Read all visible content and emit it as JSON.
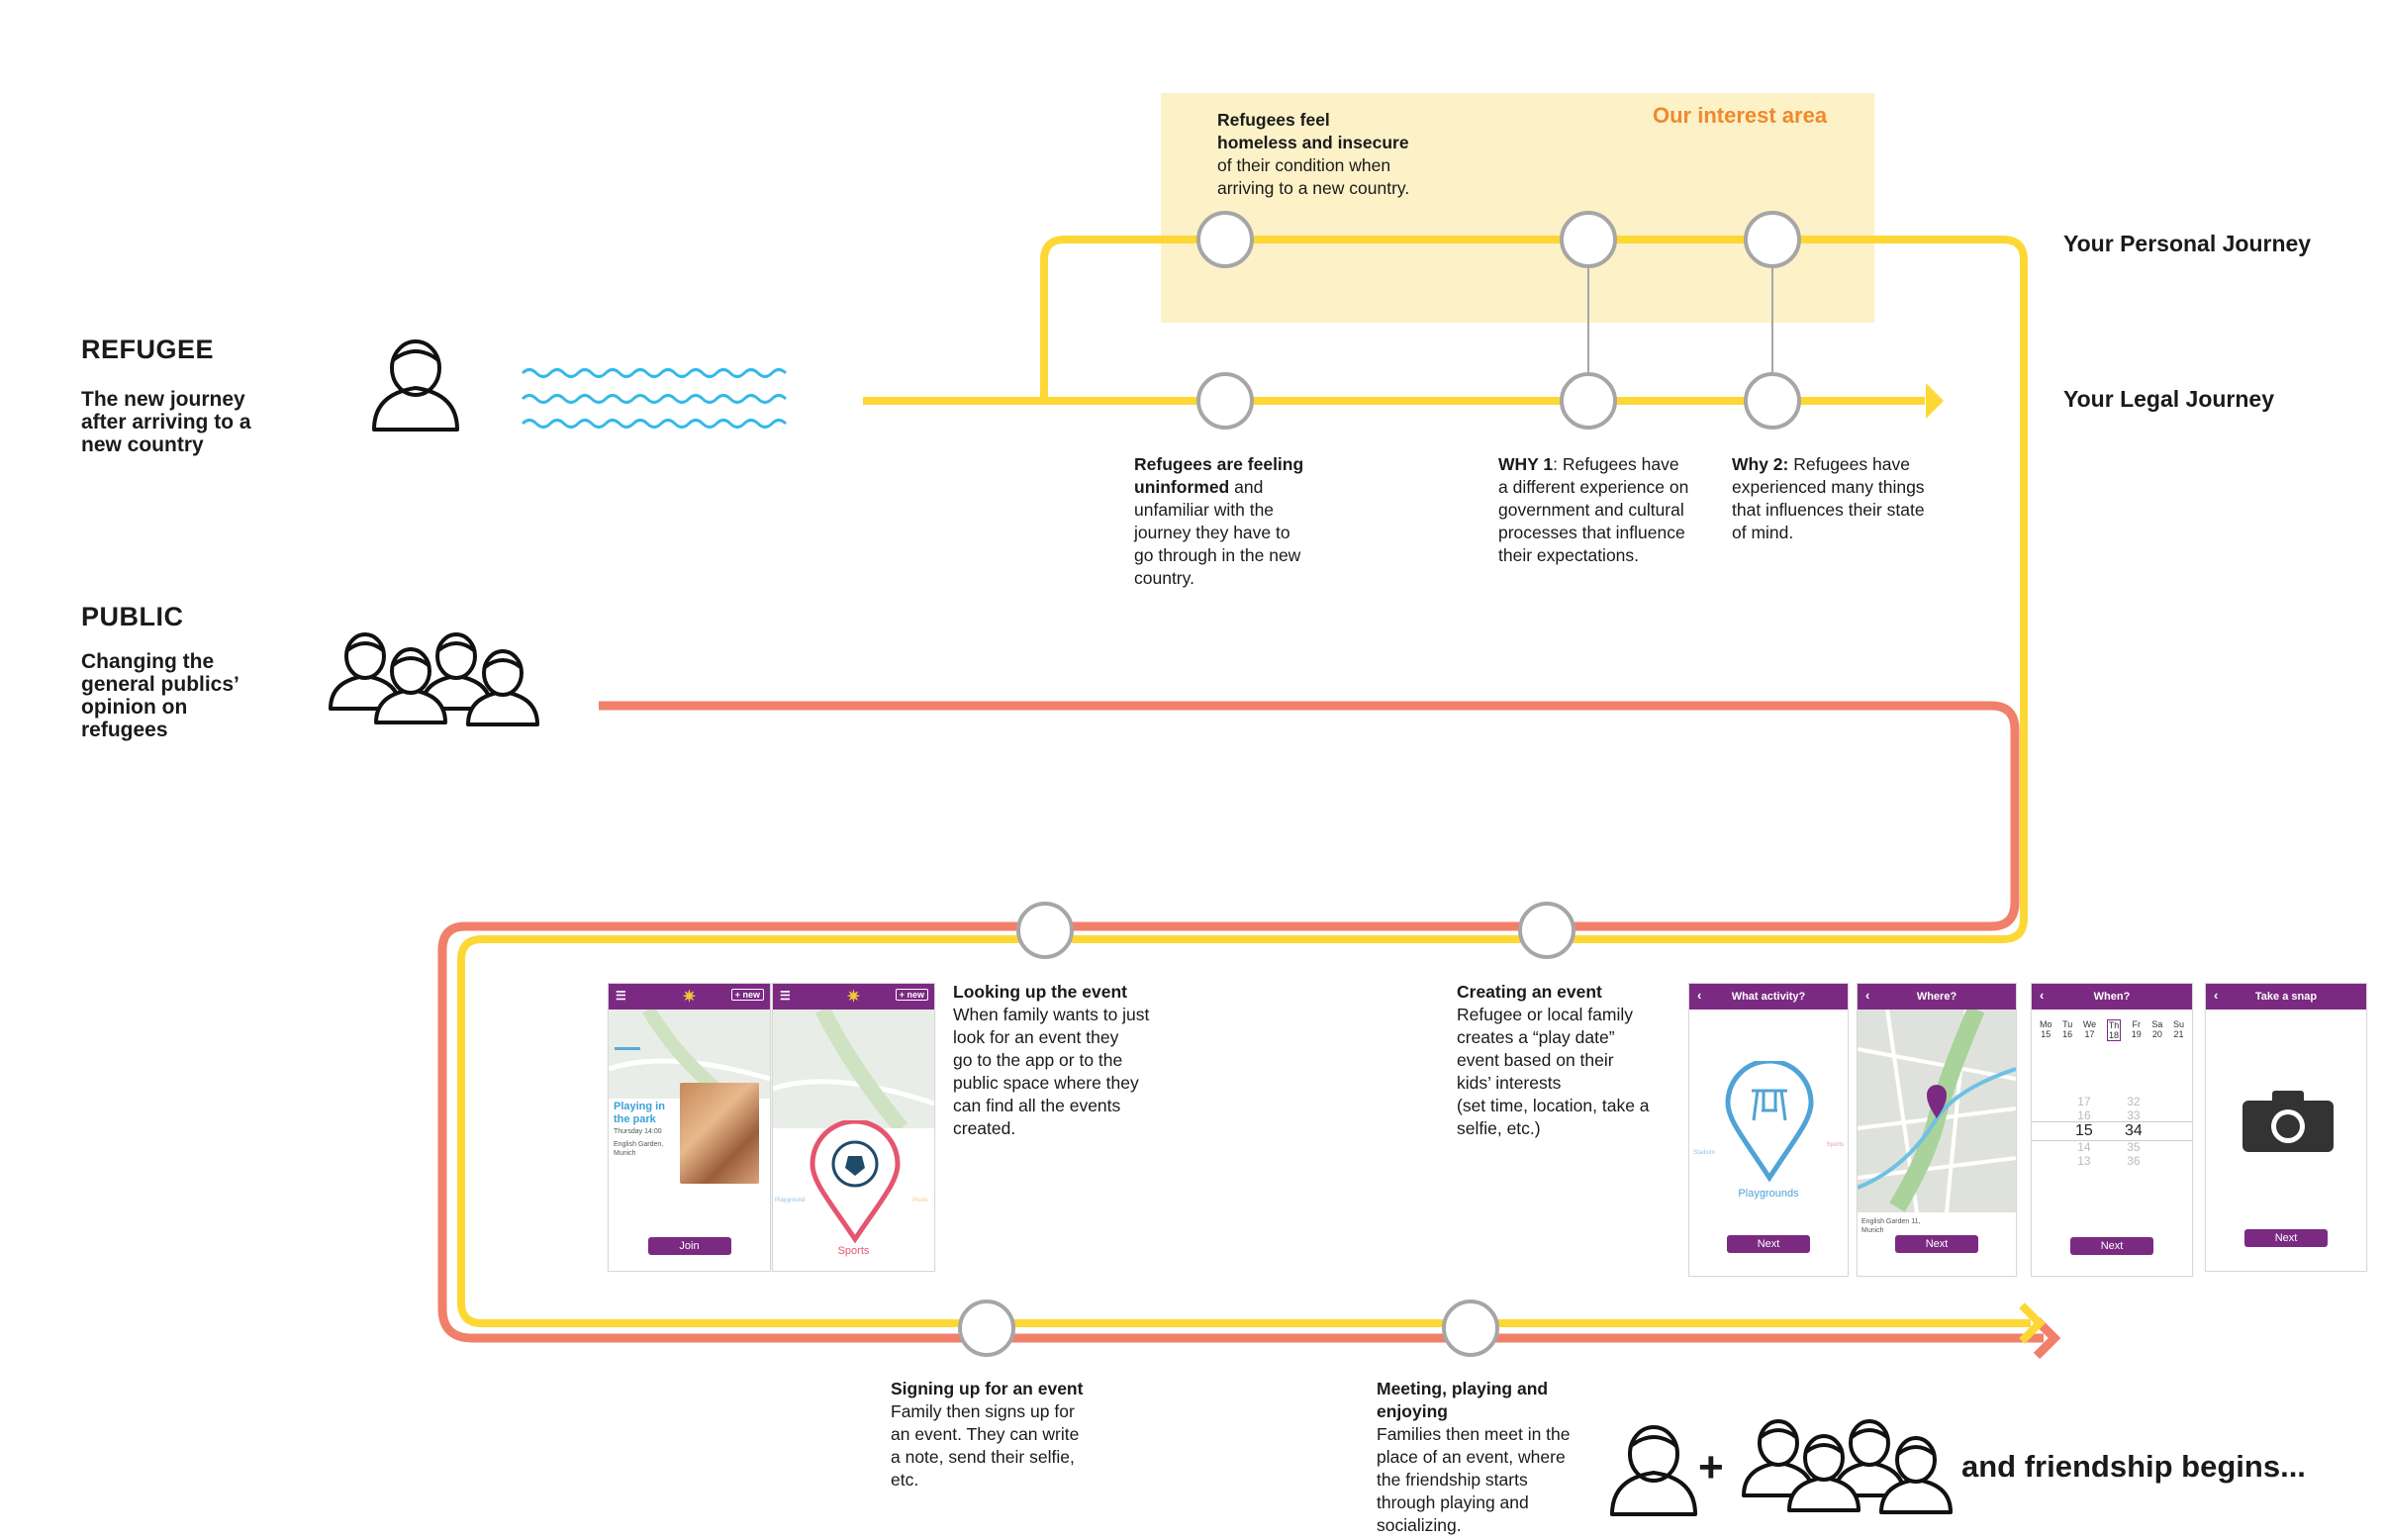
{
  "refugee": {
    "title": "REFUGEE",
    "subtitle_lines": [
      "The new journey",
      "after arriving to a",
      "new country"
    ]
  },
  "public": {
    "title": "PUBLIC",
    "subtitle_lines": [
      "Changing the",
      "general publics’",
      "opinion on",
      "refugees"
    ]
  },
  "journeys": {
    "personal": "Your Personal Journey",
    "legal": "Your Legal Journey"
  },
  "interest_area": {
    "label": "Our interest area",
    "note_lines": [
      {
        "bold": "Refugees feel",
        "text": ""
      },
      {
        "bold": "homeless and insecure",
        "text": ""
      },
      {
        "bold": "",
        "text": "of their condition when"
      },
      {
        "bold": "",
        "text": "arriving to a new country."
      }
    ]
  },
  "legal_notes": {
    "uninformed": {
      "lines": [
        {
          "bold": "Refugees are feeling",
          "text": ""
        },
        {
          "bold": "uninformed",
          "text": " and"
        },
        {
          "bold": "",
          "text": "unfamiliar with the"
        },
        {
          "bold": "",
          "text": "journey they have to"
        },
        {
          "bold": "",
          "text": "go through in the new"
        },
        {
          "bold": "",
          "text": "country."
        }
      ]
    },
    "why1": {
      "lines": [
        {
          "bold": "WHY 1",
          "text": ": Refugees have"
        },
        {
          "bold": "",
          "text": "a different experience on"
        },
        {
          "bold": "",
          "text": "government and cultural"
        },
        {
          "bold": "",
          "text": "processes that influence"
        },
        {
          "bold": "",
          "text": "their expectations."
        }
      ]
    },
    "why2": {
      "lines": [
        {
          "bold": "Why 2:",
          "text": " Refugees have"
        },
        {
          "bold": "",
          "text": "experienced many things"
        },
        {
          "bold": "",
          "text": "that influences their state"
        },
        {
          "bold": "",
          "text": "of mind."
        }
      ]
    }
  },
  "steps": {
    "looking": {
      "title": "Looking up the event",
      "lines": [
        "When family wants to just",
        "look for an event they",
        "go to the app or to the",
        "public space where they",
        "can find all the events",
        "created."
      ]
    },
    "creating": {
      "title": "Creating an event",
      "lines": [
        "Refugee or local family",
        "creates a “play date”",
        "event based on their",
        "kids’ interests",
        "(set time, location, take a",
        "selfie, etc.)"
      ]
    },
    "signing": {
      "title": "Signing up for an event",
      "lines": [
        "Family then signs up for",
        "an event. They can write",
        "a note, send their selfie,",
        "etc."
      ]
    },
    "meeting": {
      "title_lines": [
        "Meeting, playing and",
        "enjoying"
      ],
      "lines": [
        "Families then meet in the",
        "place of an event, where",
        "the friendship starts",
        "through playing and",
        "socializing."
      ]
    }
  },
  "screens": {
    "park": {
      "new_label": "+ new",
      "event_title": "Playing in the park",
      "time": "Thursday 14:00",
      "place_lines": [
        "English Garden,",
        "Munich"
      ],
      "join": "Join"
    },
    "sports": {
      "new_label": "+ new",
      "selected": "Sports",
      "left": "Playground",
      "right": "Picnic"
    },
    "activity": {
      "title": "What activity?",
      "selected": "Playgrounds",
      "left": "Stadium",
      "right": "Sports",
      "next": "Next"
    },
    "where": {
      "title": "Where?",
      "address_lines": [
        "English Garden 11,",
        "Munich"
      ],
      "next": "Next"
    },
    "when": {
      "title": "When?",
      "days": [
        "Mo",
        "Tu",
        "We",
        "Th",
        "Fr",
        "Sa",
        "Su"
      ],
      "dates": [
        "15",
        "16",
        "17",
        "18",
        "19",
        "20",
        "21"
      ],
      "selected_day": "Th",
      "hours": [
        "17",
        "16",
        "15",
        "14",
        "13"
      ],
      "minutes": [
        "32",
        "33",
        "34",
        "35",
        "36"
      ],
      "selected_hour": "15",
      "selected_minute": "34",
      "next": "Next"
    },
    "snap": {
      "title": "Take a snap",
      "next": "Next"
    }
  },
  "colors": {
    "personal_line": "#fdd835",
    "public_line": "#f0806a",
    "interest_bg": "#fdf1c8",
    "interest_label": "#ee8a2d",
    "app_purple": "#7b2a82",
    "waves": "#35b9e6",
    "circle": "#a6a6a6"
  },
  "ending": "and friendship begins..."
}
